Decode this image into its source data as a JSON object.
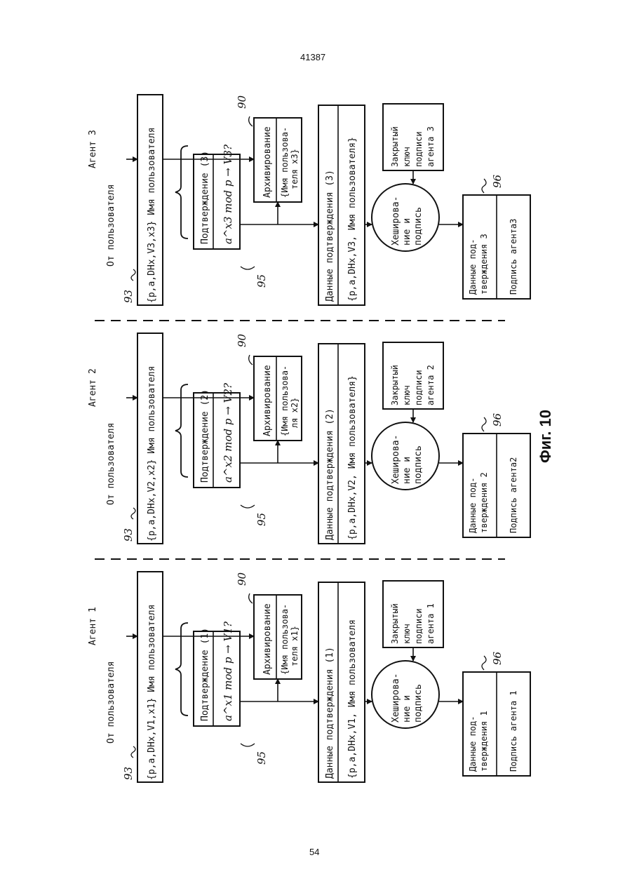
{
  "page_number_top": "41387",
  "page_number_bottom": "54",
  "figure_label": "Фиг. 10",
  "agents": [
    {
      "title": "Агент 1",
      "from_user": "От пользователя",
      "input_set": "{p,a,DHx,V1,x1} Имя пользователя",
      "ref_input": "93",
      "confirm_title": "Подтверждение (1)",
      "confirm_formula": "a^x1 mod p → V1?",
      "ref_confirm": "95",
      "archive_title": "Архивирование",
      "archive_content_1": "{Имя пользова-",
      "archive_content_2": "теля x1}",
      "ref_archive": "90",
      "data_title": "Данные подтверждения (1)",
      "data_content": "{p,a,DHx,V1, Имя пользователя",
      "hash_1": "Хеширова-",
      "hash_2": "ние и",
      "hash_3": "подпись",
      "key_1": "Закрытый",
      "key_2": "ключ",
      "key_3": "подписи",
      "key_4": "агента 1",
      "out_1": "Данные под-",
      "out_2": "тверждения 1",
      "out_sig": "Подпись агента 1",
      "ref_out": "96"
    },
    {
      "title": "Агент 2",
      "from_user": "От пользователя",
      "input_set": "{p,a,DHx,V2,x2} Имя пользователя",
      "ref_input": "93",
      "confirm_title": "Подтверждение (2)",
      "confirm_formula": "a^x2 mod p → V2?",
      "ref_confirm": "95",
      "archive_title": "Архивирование",
      "archive_content_1": "{Имя пользова-",
      "archive_content_2": "ля x2}",
      "ref_archive": "90",
      "data_title": "Данные подтверждения (2)",
      "data_content": "{p,a,DHx,V2, Имя пользователя}",
      "hash_1": "Хеширова-",
      "hash_2": "ние и",
      "hash_3": "подпись",
      "key_1": "Закрытый",
      "key_2": "ключ",
      "key_3": "подписи",
      "key_4": "агента 2",
      "out_1": "Данные под-",
      "out_2": "тверждения 2",
      "out_sig": "Подпись агента2",
      "ref_out": "96"
    },
    {
      "title": "Агент 3",
      "from_user": "От пользователя",
      "input_set": "{p,a,DHx,V3,x3} Имя пользователя",
      "ref_input": "93",
      "confirm_title": "Подтверждение (3)",
      "confirm_formula": "a^x3 mod p → V3?",
      "ref_confirm": "95",
      "archive_title": "Архивирование",
      "archive_content_1": "{Имя пользова-",
      "archive_content_2": "теля x3}",
      "ref_archive": "90",
      "data_title": "Данные подтверждения (3)",
      "data_content": "{p,a,DHx,V3, Имя пользователя}",
      "hash_1": "Хеширова-",
      "hash_2": "ние и",
      "hash_3": "подпись",
      "key_1": "Закрытый",
      "key_2": "ключ",
      "key_3": "подписи",
      "key_4": "агента 3",
      "out_1": "Данные под-",
      "out_2": "тверждения 3",
      "out_sig": "Подпись агента3",
      "ref_out": "96"
    }
  ]
}
